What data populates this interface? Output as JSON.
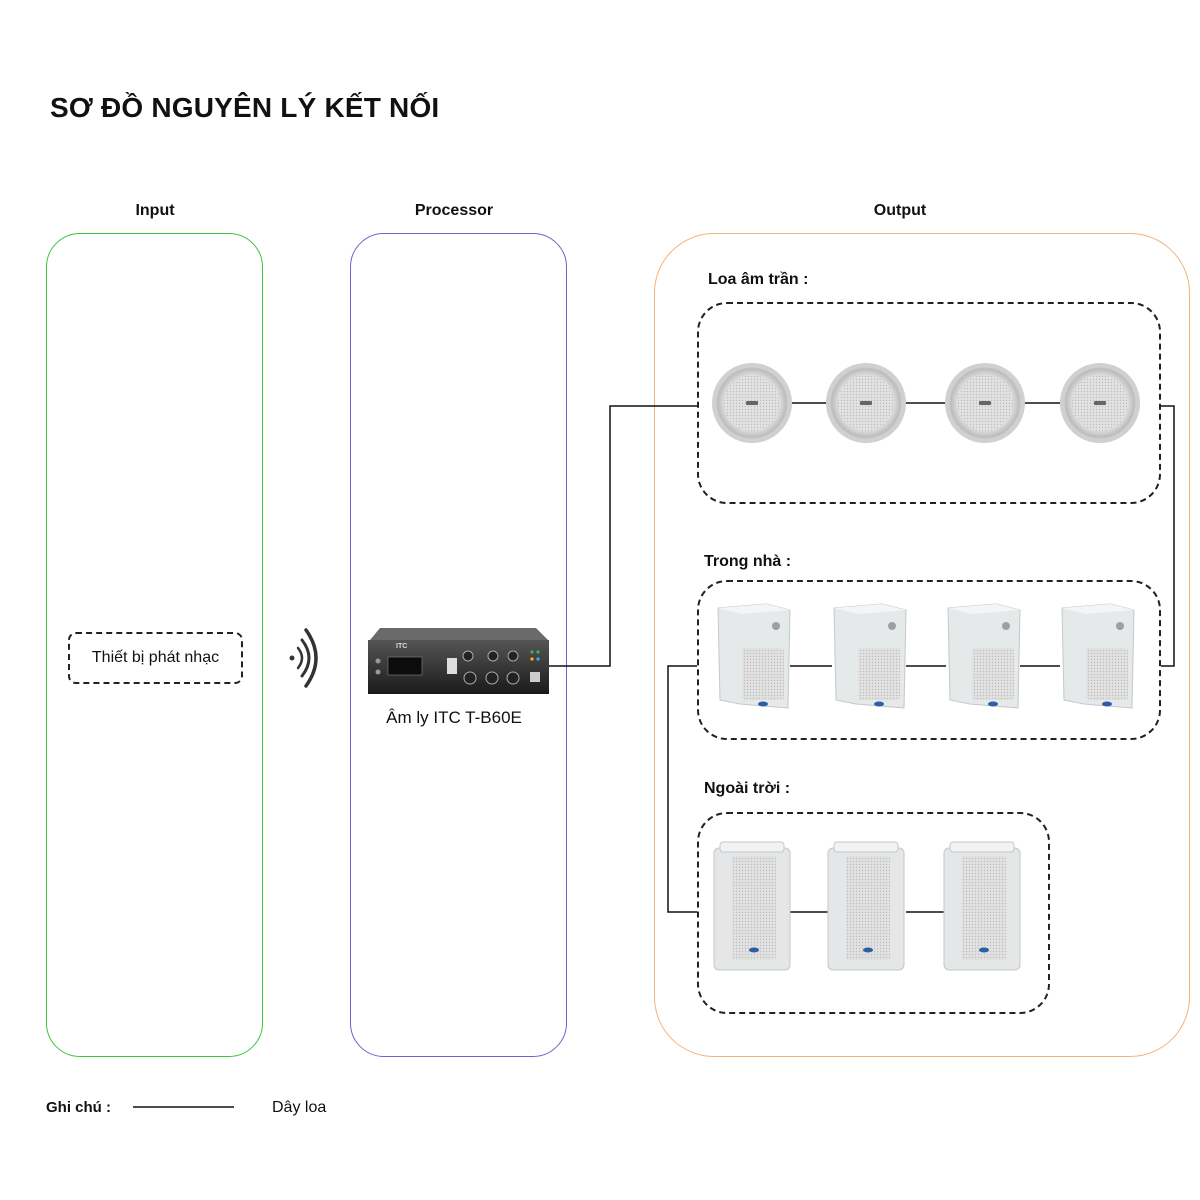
{
  "title": "SƠ ĐỒ NGUYÊN LÝ KẾT NỐI",
  "columns": {
    "input": "Input",
    "processor": "Processor",
    "output": "Output"
  },
  "input_device": "Thiết bị phát nhạc",
  "amplifier": {
    "label": "Âm ly ITC T-B60E",
    "logo": "itc"
  },
  "groups": [
    {
      "label": "Loa âm trần :",
      "speaker_type": "ceiling-speaker",
      "count": 4
    },
    {
      "label": "Trong nhà :",
      "speaker_type": "wall-speaker",
      "count": 4
    },
    {
      "label": "Ngoài trời :",
      "speaker_type": "column-speaker",
      "count": 3
    }
  ],
  "legend": {
    "label": "Ghi chú :",
    "line_text": "Dây loa"
  },
  "colors": {
    "input_border": "#3ec43e",
    "processor_border": "#6666cc",
    "output_border": "#f4b27a",
    "wire": "#111111"
  }
}
